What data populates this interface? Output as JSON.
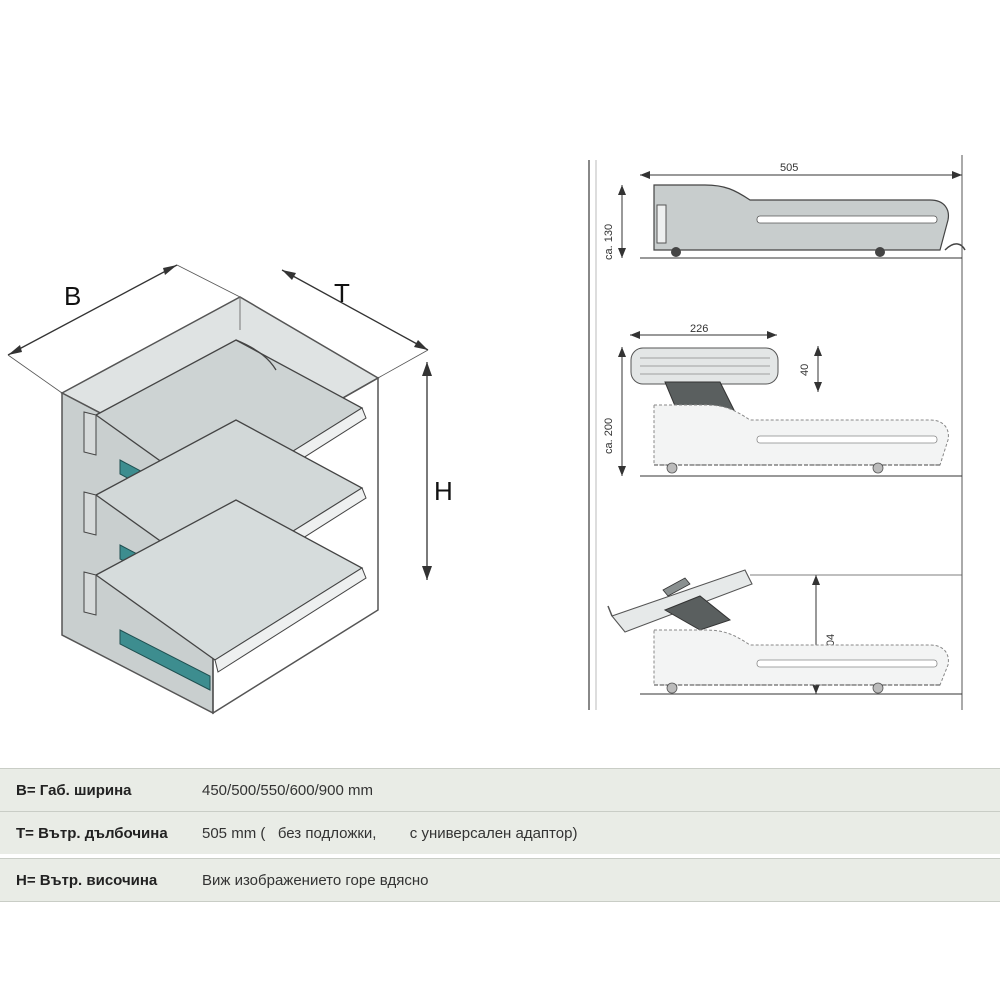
{
  "diagram": {
    "letters": {
      "b": "B",
      "t": "T",
      "h": "H"
    },
    "top_view": {
      "width_label": "505",
      "height_label": "ca. 130"
    },
    "middle_view": {
      "width_label": "226",
      "small_label": "40",
      "height_label": "ca. 200"
    },
    "bottom_view": {
      "height_label": "ca. 204"
    }
  },
  "specs": [
    {
      "label": "B= Габ. ширина",
      "value": "450/500/550/600/900 mm"
    },
    {
      "label": "T= Вътр. дълбочина",
      "value": "505 mm (   без подложки,        с универсален адаптор)"
    },
    {
      "label": "H= Вътр. височина",
      "value": "Виж изображението горе вдясно"
    }
  ]
}
